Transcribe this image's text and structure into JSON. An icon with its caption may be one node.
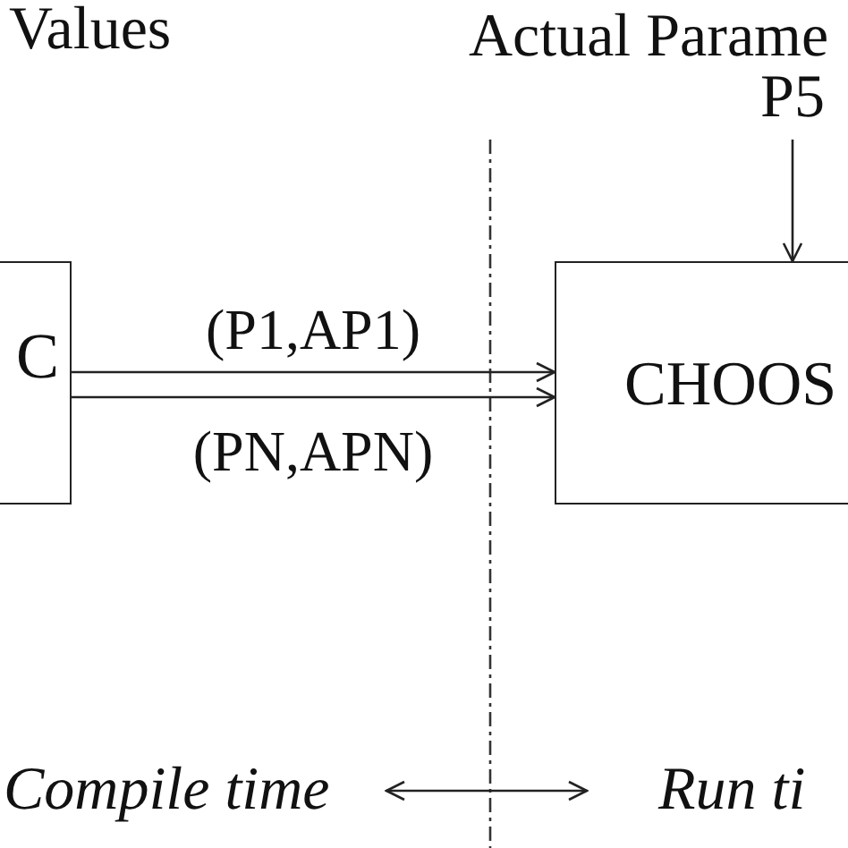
{
  "diagram": {
    "nodes": [
      {
        "text": [
          "C"
        ]
      },
      {
        "text": [
          "P5"
        ]
      },
      {
        "text": [
          "CHOOS"
        ]
      }
    ],
    "edges": [
      {
        "from": 0,
        "to": 2,
        "arrow": "to",
        "label": "(P1,AP1)"
      },
      {
        "from": 0,
        "to": 2,
        "arrow": "to",
        "label": "(PN,APN)"
      },
      {
        "from": 1,
        "to": 2,
        "arrow": "to"
      }
    ],
    "labels": [
      "Values",
      "Actual Parame",
      "Compile time",
      "Run ti"
    ]
  }
}
